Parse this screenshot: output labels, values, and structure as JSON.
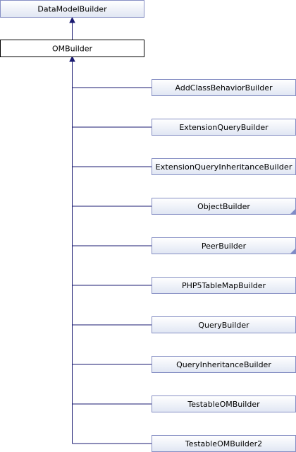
{
  "diagram": {
    "base_class": "DataModelBuilder",
    "current_class": "OMBuilder",
    "subclasses": [
      {
        "label": "AddClassBehaviorBuilder",
        "has_more": false
      },
      {
        "label": "ExtensionQueryBuilder",
        "has_more": false
      },
      {
        "label": "ExtensionQueryInheritanceBuilder",
        "has_more": false
      },
      {
        "label": "ObjectBuilder",
        "has_more": true
      },
      {
        "label": "PeerBuilder",
        "has_more": true
      },
      {
        "label": "PHP5TableMapBuilder",
        "has_more": false
      },
      {
        "label": "QueryBuilder",
        "has_more": false
      },
      {
        "label": "QueryInheritanceBuilder",
        "has_more": false
      },
      {
        "label": "TestableOMBuilder",
        "has_more": false
      },
      {
        "label": "TestableOMBuilder2",
        "has_more": false
      }
    ],
    "colors": {
      "edge": "#191970",
      "node_border": "#868fc4",
      "node_fill_top": "#ffffff",
      "node_fill_bottom": "#e0e6f3",
      "current_border": "#000000"
    }
  }
}
